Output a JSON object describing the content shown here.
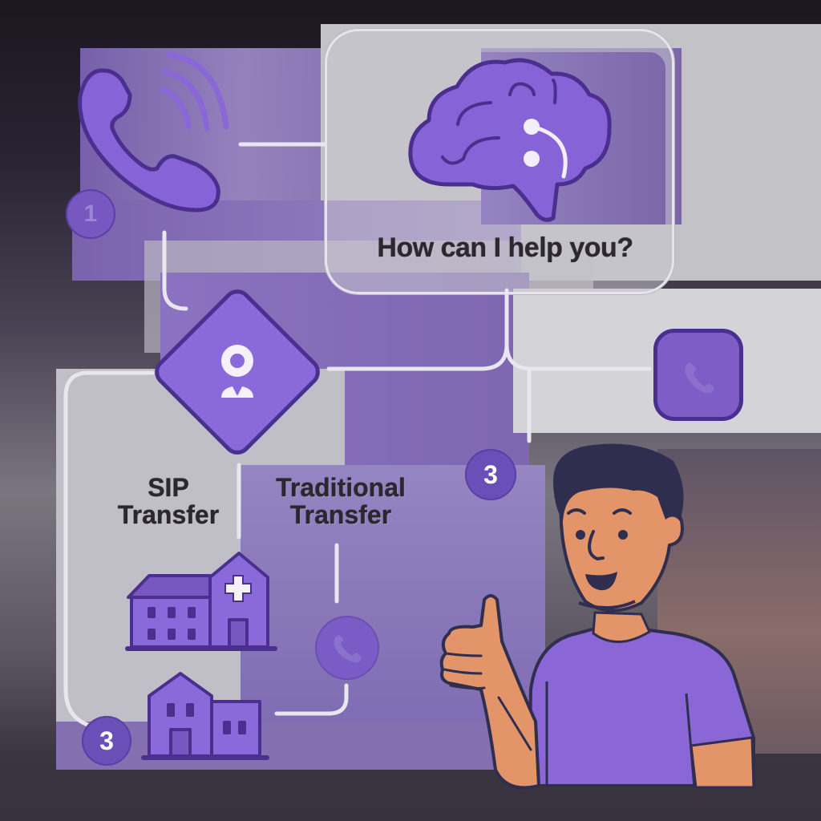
{
  "diagram": {
    "ai_prompt": "How can I help you?",
    "sip_transfer": {
      "line1": "SIP",
      "line2": "Transfer"
    },
    "traditional_transfer": {
      "line1": "Traditional",
      "line2": "Transfer"
    },
    "step_badges": [
      {
        "id": "top-left",
        "number": "1"
      },
      {
        "id": "middle-right",
        "number": "3"
      },
      {
        "id": "bottom-left",
        "number": "3"
      }
    ],
    "icons": [
      "phone-call-icon",
      "ai-brain-chat-icon",
      "location-person-icon",
      "phone-square-icon",
      "hospital-icon",
      "phone-circle-icon",
      "house-icon",
      "thumbs-up-person-illustration"
    ]
  },
  "colors": {
    "accent_purple": "#8a66d6",
    "outline_purple": "#4a2f8f",
    "panel_grey": "#c8c6cc",
    "connector_white": "#e8e6ee",
    "skin": "#e39468",
    "hair": "#2f2e4f",
    "text_dark": "#2a2730"
  }
}
